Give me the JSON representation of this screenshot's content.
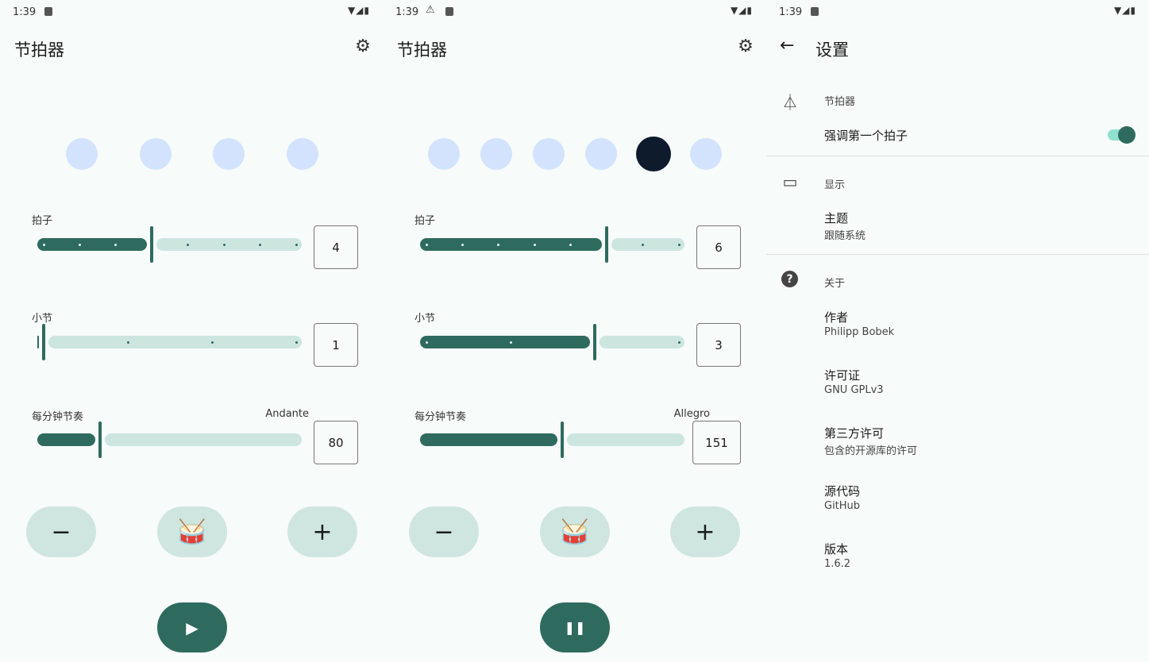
{
  "status": {
    "time": "1:39"
  },
  "metronome_screens": [
    {
      "title": "节拍器",
      "beats_total": 4,
      "active_beat": null,
      "beats": {
        "label": "拍子",
        "value": 4,
        "min": 1,
        "max": 8
      },
      "bars": {
        "label": "小节",
        "value": 1,
        "min": 1,
        "max": 4
      },
      "tempo": {
        "label": "每分钟节奏",
        "value": 80,
        "min": 30,
        "max": 255,
        "tempo_name": "Andante"
      },
      "play_state": "play"
    },
    {
      "title": "节拍器",
      "beats_total": 6,
      "active_beat": 5,
      "beats": {
        "label": "拍子",
        "value": 6,
        "min": 1,
        "max": 8
      },
      "bars": {
        "label": "小节",
        "value": 3,
        "min": 1,
        "max": 4
      },
      "tempo": {
        "label": "每分钟节奏",
        "value": 151,
        "min": 30,
        "max": 255,
        "tempo_name": "Allegro"
      },
      "play_state": "pause"
    }
  ],
  "buttons": {
    "minus": "−",
    "plus": "+",
    "play": "▶",
    "pause": "❚❚"
  },
  "settings": {
    "title": "设置",
    "sections": [
      {
        "header": "节拍器",
        "items": [
          {
            "title": "强调第一个拍子",
            "toggle": true
          }
        ]
      },
      {
        "header": "显示",
        "items": [
          {
            "title": "主题",
            "subtitle": "跟随系统"
          }
        ]
      },
      {
        "header": "关于",
        "items": [
          {
            "title": "作者",
            "subtitle": "Philipp Bobek"
          },
          {
            "title": "许可证",
            "subtitle": "GNU GPLv3"
          },
          {
            "title": "第三方许可",
            "subtitle": "包含的开源库的许可"
          },
          {
            "title": "源代码",
            "subtitle": "GitHub"
          },
          {
            "title": "版本",
            "subtitle": "1.6.2"
          }
        ]
      }
    ]
  },
  "colors": {
    "accent": "#2e6b5e",
    "track_light": "#cce6df",
    "beat_idle": "#d3e3fd",
    "beat_active": "#0d1b2d"
  }
}
